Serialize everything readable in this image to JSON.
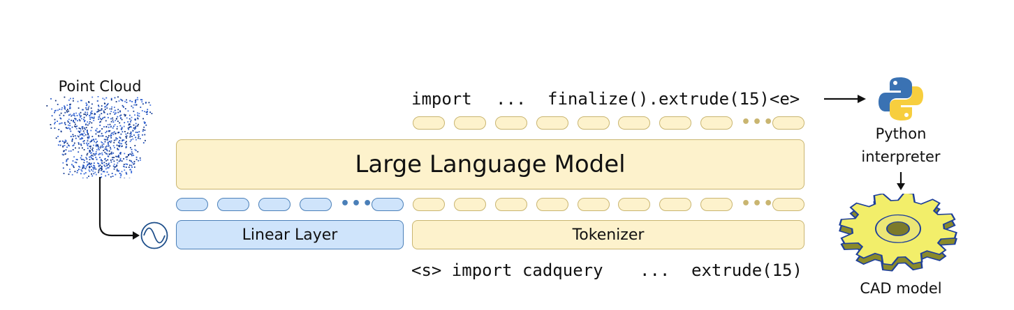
{
  "point_cloud": {
    "label": "Point Cloud"
  },
  "llm": {
    "label": "Large Language Model"
  },
  "linear_layer": {
    "label": "Linear Layer"
  },
  "tokenizer": {
    "label": "Tokenizer"
  },
  "output_tokens": {
    "part1": "import",
    "ellipsis": "...",
    "part2": "finalize().extrude(15)<e>"
  },
  "input_tokens": {
    "part1": "<s> import cadquery",
    "ellipsis": "...",
    "part2": "extrude(15)"
  },
  "python": {
    "line1": "Python",
    "line2": "interpreter"
  },
  "cad": {
    "label": "CAD model"
  },
  "colors": {
    "llm_fill": "#fdf2cc",
    "linear_fill": "#cfe4fb",
    "point_blue": "#1f4fbf"
  }
}
